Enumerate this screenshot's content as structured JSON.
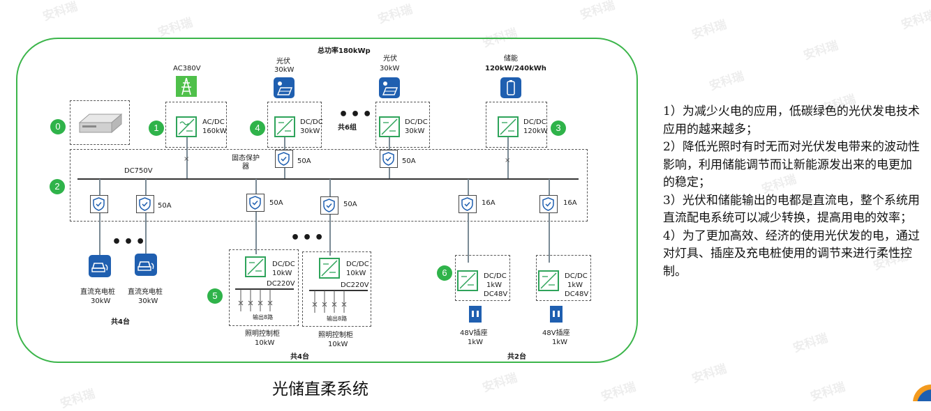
{
  "watermark": "安科瑞",
  "title": "总功率180kWp",
  "caption": "光储直柔系统",
  "bus_label": "DC750V",
  "ssp_label": "固态保护器",
  "sources": {
    "ac": {
      "label": "AC380V",
      "num": "1",
      "conv_l1": "AC/DC",
      "conv_l2": "160kW"
    },
    "pv1": {
      "label_l1": "光伏",
      "label_l2": "30kW",
      "num": "4",
      "conv_l1": "DC/DC",
      "conv_l2": "30kW",
      "breaker": "50A"
    },
    "pv_group": "共6组",
    "pv2": {
      "label_l1": "光伏",
      "label_l2": "30kW",
      "conv_l1": "DC/DC",
      "conv_l2": "30kW",
      "breaker": "50A"
    },
    "storage": {
      "label_l1": "储能",
      "label_l2": "120kW/240kWh",
      "num": "3",
      "conv_l1": "DC/DC",
      "conv_l2": "120kW"
    }
  },
  "server_num": "0",
  "bus_num": "2",
  "loads": {
    "ev_breaker": "50A",
    "ev1": {
      "l1": "直流充电桩",
      "l2": "30kW"
    },
    "ev2": {
      "l1": "直流充电桩",
      "l2": "30kW"
    },
    "ev_total": "共4台",
    "light_breaker": "50A",
    "light_num": "5",
    "light1": {
      "conv_l1": "DC/DC",
      "conv_l2": "10kW",
      "bus": "DC220V",
      "out": "输出8路",
      "l1": "照明控制柜",
      "l2": "10kW"
    },
    "light2": {
      "conv_l1": "DC/DC",
      "conv_l2": "10kW",
      "bus": "DC220V",
      "out": "输出8路",
      "l1": "照明控制柜",
      "l2": "10kW"
    },
    "light_total": "共4台",
    "socket_breaker": "16A",
    "socket_num": "6",
    "socket1": {
      "conv_l1": "DC/DC",
      "conv_l2": "1kW",
      "bus": "DC48V",
      "l1": "48V插座",
      "l2": "1kW"
    },
    "socket2": {
      "conv_l1": "DC/DC",
      "conv_l2": "1kW",
      "bus": "DC48V",
      "l1": "48V插座",
      "l2": "1kW"
    },
    "socket_total": "共2台"
  },
  "notes": [
    "1）为减少火电的应用，低碳绿色的光伏发电技术应用的越来越多；",
    "2）降低光照时有时无而对光伏发电带来的波动性影响，利用储能调节而让新能源发出来的电更加的稳定；",
    "3）光伏和储能输出的电都是直流电，整个系统用直流配电系统可以减少转换，提高用电的效率；",
    "4）为了更加高效、经济的使用光伏发的电，通过对灯具、插座及充电桩使用的调节来进行柔性控制。"
  ],
  "colors": {
    "frame": "#3bb54a",
    "badge": "#2fb34a",
    "converter": "#2ea35a",
    "icon_blue": "#1f5fb0"
  }
}
